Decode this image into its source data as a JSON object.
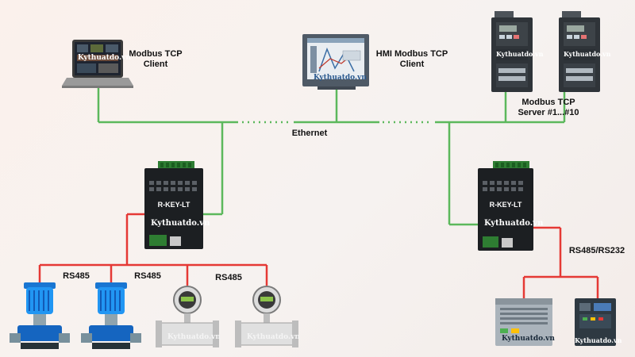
{
  "labels": {
    "pc_client": "Modbus TCP\nClient",
    "hmi_client": "HMI Modbus TCP\nClient",
    "servers": "Modbus TCP\nServer #1...#10",
    "ethernet": "Ethernet",
    "rs485_a": "RS485",
    "rs485_b": "RS485",
    "rs485_c": "RS485",
    "rs485_rs232": "RS485/RS232",
    "gateway_left": "R-KEY-LT",
    "gateway_right": "R-KEY-LT"
  },
  "watermarks": {
    "laptop": "Kythuatdo.vn",
    "hmi": "Kythuatdo.vn",
    "vfd_1": "Kythuatdo.vn",
    "vfd_2": "Kythuatdo.vn",
    "gateway_left": "Kythuatdo.vn",
    "gateway_right": "Kythuatdo.vn",
    "flowmeter_1": "Kythuatdo.vn",
    "flowmeter_2": "Kythuatdo.vn",
    "plc_1": "Kythuatdo.vn",
    "plc_2": "Kythuatdo.vn"
  },
  "colors": {
    "ethernet_line": "#5cb85c",
    "serial_line": "#e53935"
  }
}
